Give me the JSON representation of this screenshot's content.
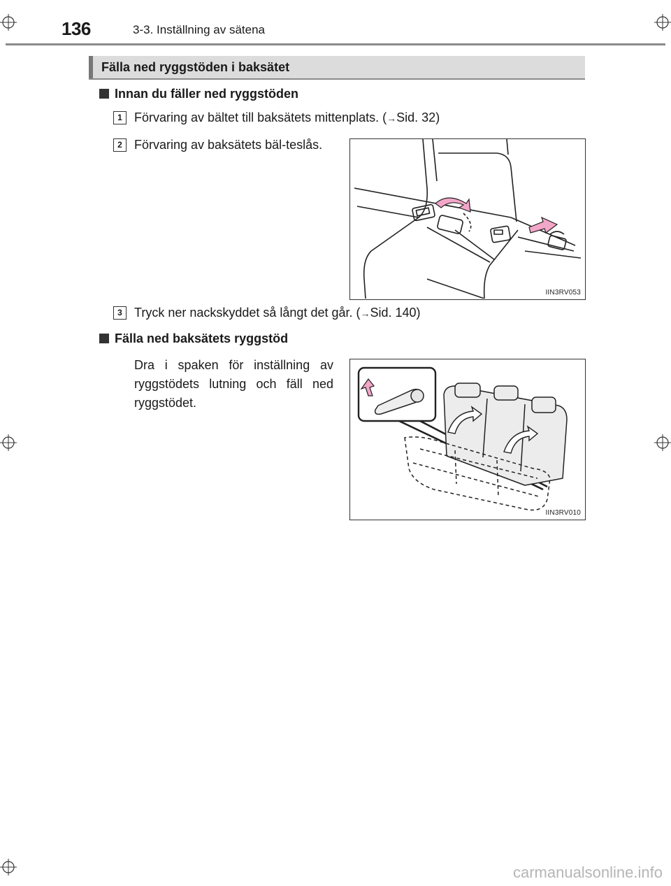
{
  "header": {
    "page_number": "136",
    "chapter_title": "3-3. Inställning av sätena"
  },
  "section": {
    "title": "Fälla ned ryggstöden i baksätet"
  },
  "sub1": {
    "heading": "Innan du fäller ned ryggstöden",
    "steps": [
      {
        "num": "1",
        "text": "Förvaring av bältet till baksätets mittenplats. (",
        "ref": "Sid. 32)"
      },
      {
        "num": "2",
        "text": "Förvaring av baksätets bäl-teslås."
      },
      {
        "num": "3",
        "text": "Tryck ner nackskyddet så långt det går. (",
        "ref": "Sid. 140)"
      }
    ],
    "figure_code": "IIN3RV053"
  },
  "sub2": {
    "heading": "Fälla ned baksätets ryggstöd",
    "text": "Dra i spaken för inställning av ryggstödets lutning och fäll ned ryggstödet.",
    "figure_code": "IIN3RV010"
  },
  "watermark": "carmanualsonline.info",
  "colors": {
    "accent_pink": "#f2a6c8",
    "section_bg": "#dcdcdc",
    "rule": "#8a8a8a"
  }
}
